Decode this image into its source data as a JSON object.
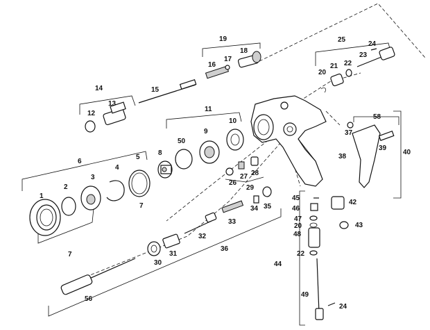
{
  "diagram": {
    "labels": {
      "p1": "1",
      "p2": "2",
      "p3": "3",
      "p4": "4",
      "p5": "5",
      "p6": "6",
      "p7a": "7",
      "p7b": "7",
      "p8": "8",
      "p9": "9",
      "p10": "10",
      "p11": "11",
      "p12": "12",
      "p13": "13",
      "p14": "14",
      "p15": "15",
      "p16": "16",
      "p17": "17",
      "p18": "18",
      "p19": "19",
      "p20a": "20",
      "p20b": "20",
      "p21": "21",
      "p22a": "22",
      "p22b": "22",
      "p23": "23",
      "p24a": "24",
      "p24b": "24",
      "p25": "25",
      "p26": "26",
      "p27": "27",
      "p28": "28",
      "p29": "29",
      "p30": "30",
      "p31": "31",
      "p32": "32",
      "p33": "33",
      "p34": "34",
      "p35": "35",
      "p36": "36",
      "p37": "37",
      "p38": "38",
      "p39": "39",
      "p40": "40",
      "p42": "42",
      "p43": "43",
      "p44": "44",
      "p45": "45",
      "p46": "46",
      "p47": "47",
      "p48": "48",
      "p49": "49",
      "p50": "50",
      "p56": "56",
      "p58": "58"
    }
  }
}
